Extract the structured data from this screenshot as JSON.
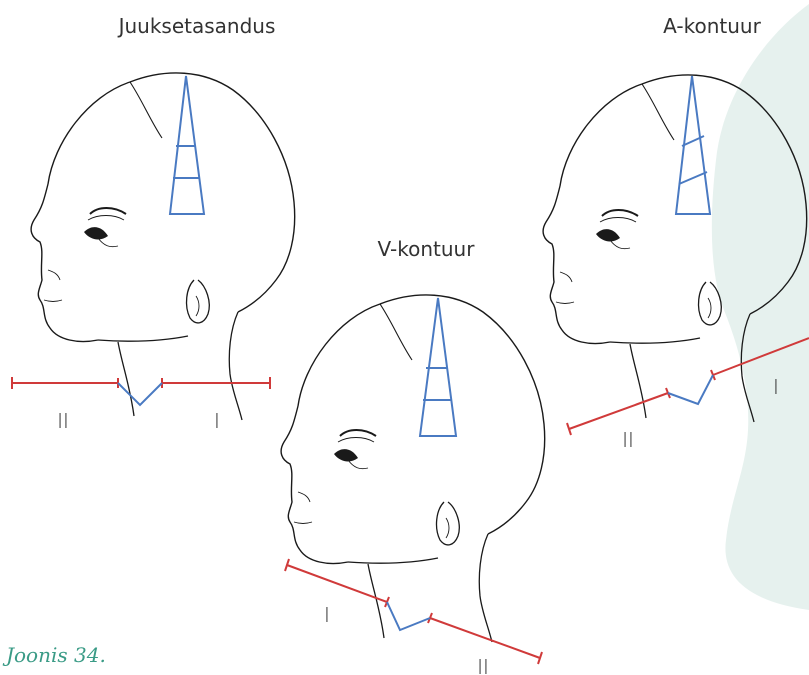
{
  "diagrams": [
    {
      "title": "Juuksetasandus",
      "left_label": "II",
      "right_label": "I"
    },
    {
      "title": "V-kontuur",
      "left_label": "I",
      "right_label": "II"
    },
    {
      "title": "A-kontuur",
      "left_label": "II",
      "right_label": "I"
    }
  ],
  "caption": "Joonis 34.",
  "colors": {
    "background_shape": "#e6f1ee",
    "head_outline": "#1a1a1a",
    "guide_lines": "#4a7ac2",
    "base_lines": "#d03a3a",
    "caption": "#3a9b86",
    "labels": "#333333"
  }
}
